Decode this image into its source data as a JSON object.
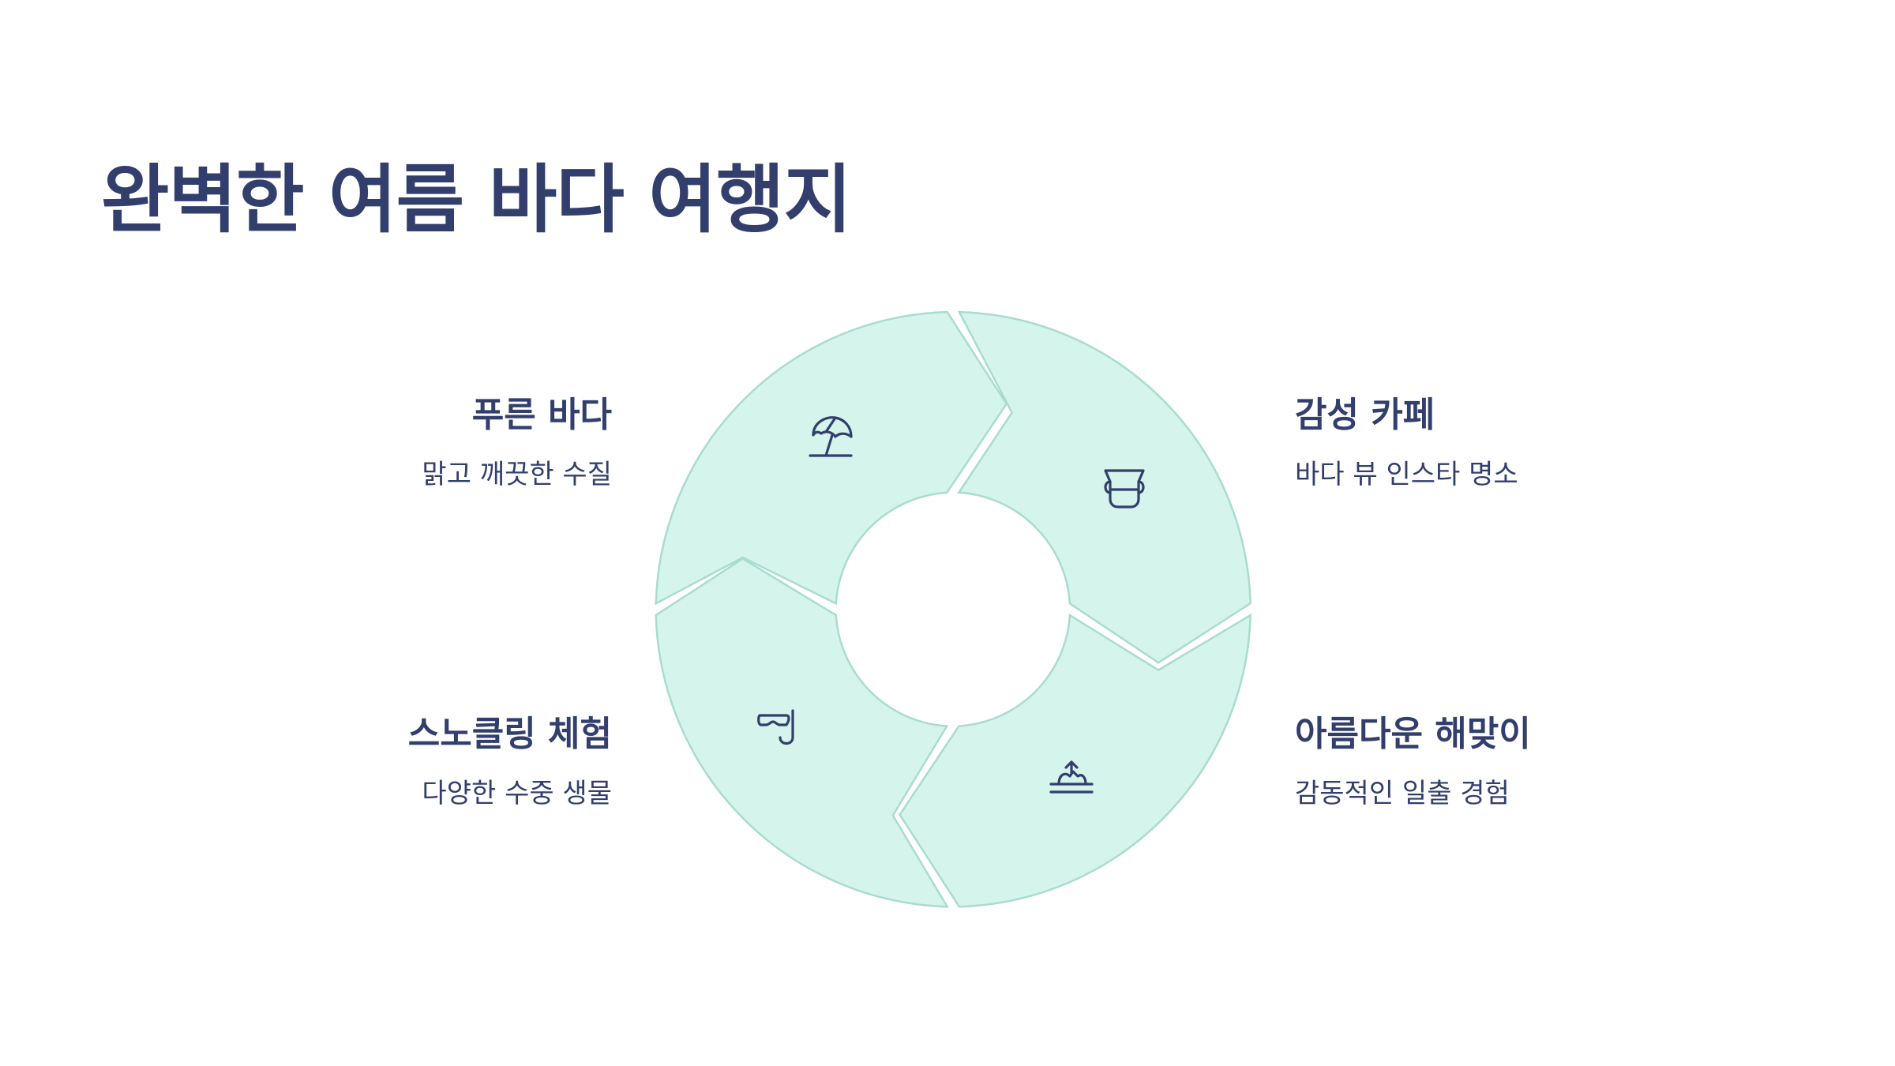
{
  "title": "완벽한 여름 바다 여행지",
  "colors": {
    "segment_fill": "#D5F4EC",
    "segment_stroke": "#A9DCCF",
    "text": "#323F6D",
    "background": "#FFFFFF"
  },
  "items": [
    {
      "title": "푸른 바다",
      "description": "맑고 깨끗한 수질",
      "icon": "beach-umbrella-icon"
    },
    {
      "title": "감성 카페",
      "description": "바다 뷰 인스타 명소",
      "icon": "coffee-pot-icon"
    },
    {
      "title": "아름다운 해맞이",
      "description": "감동적인 일출 경험",
      "icon": "sunrise-icon"
    },
    {
      "title": "스노클링 체험",
      "description": "다양한 수중 생물",
      "icon": "snorkel-mask-icon"
    }
  ]
}
